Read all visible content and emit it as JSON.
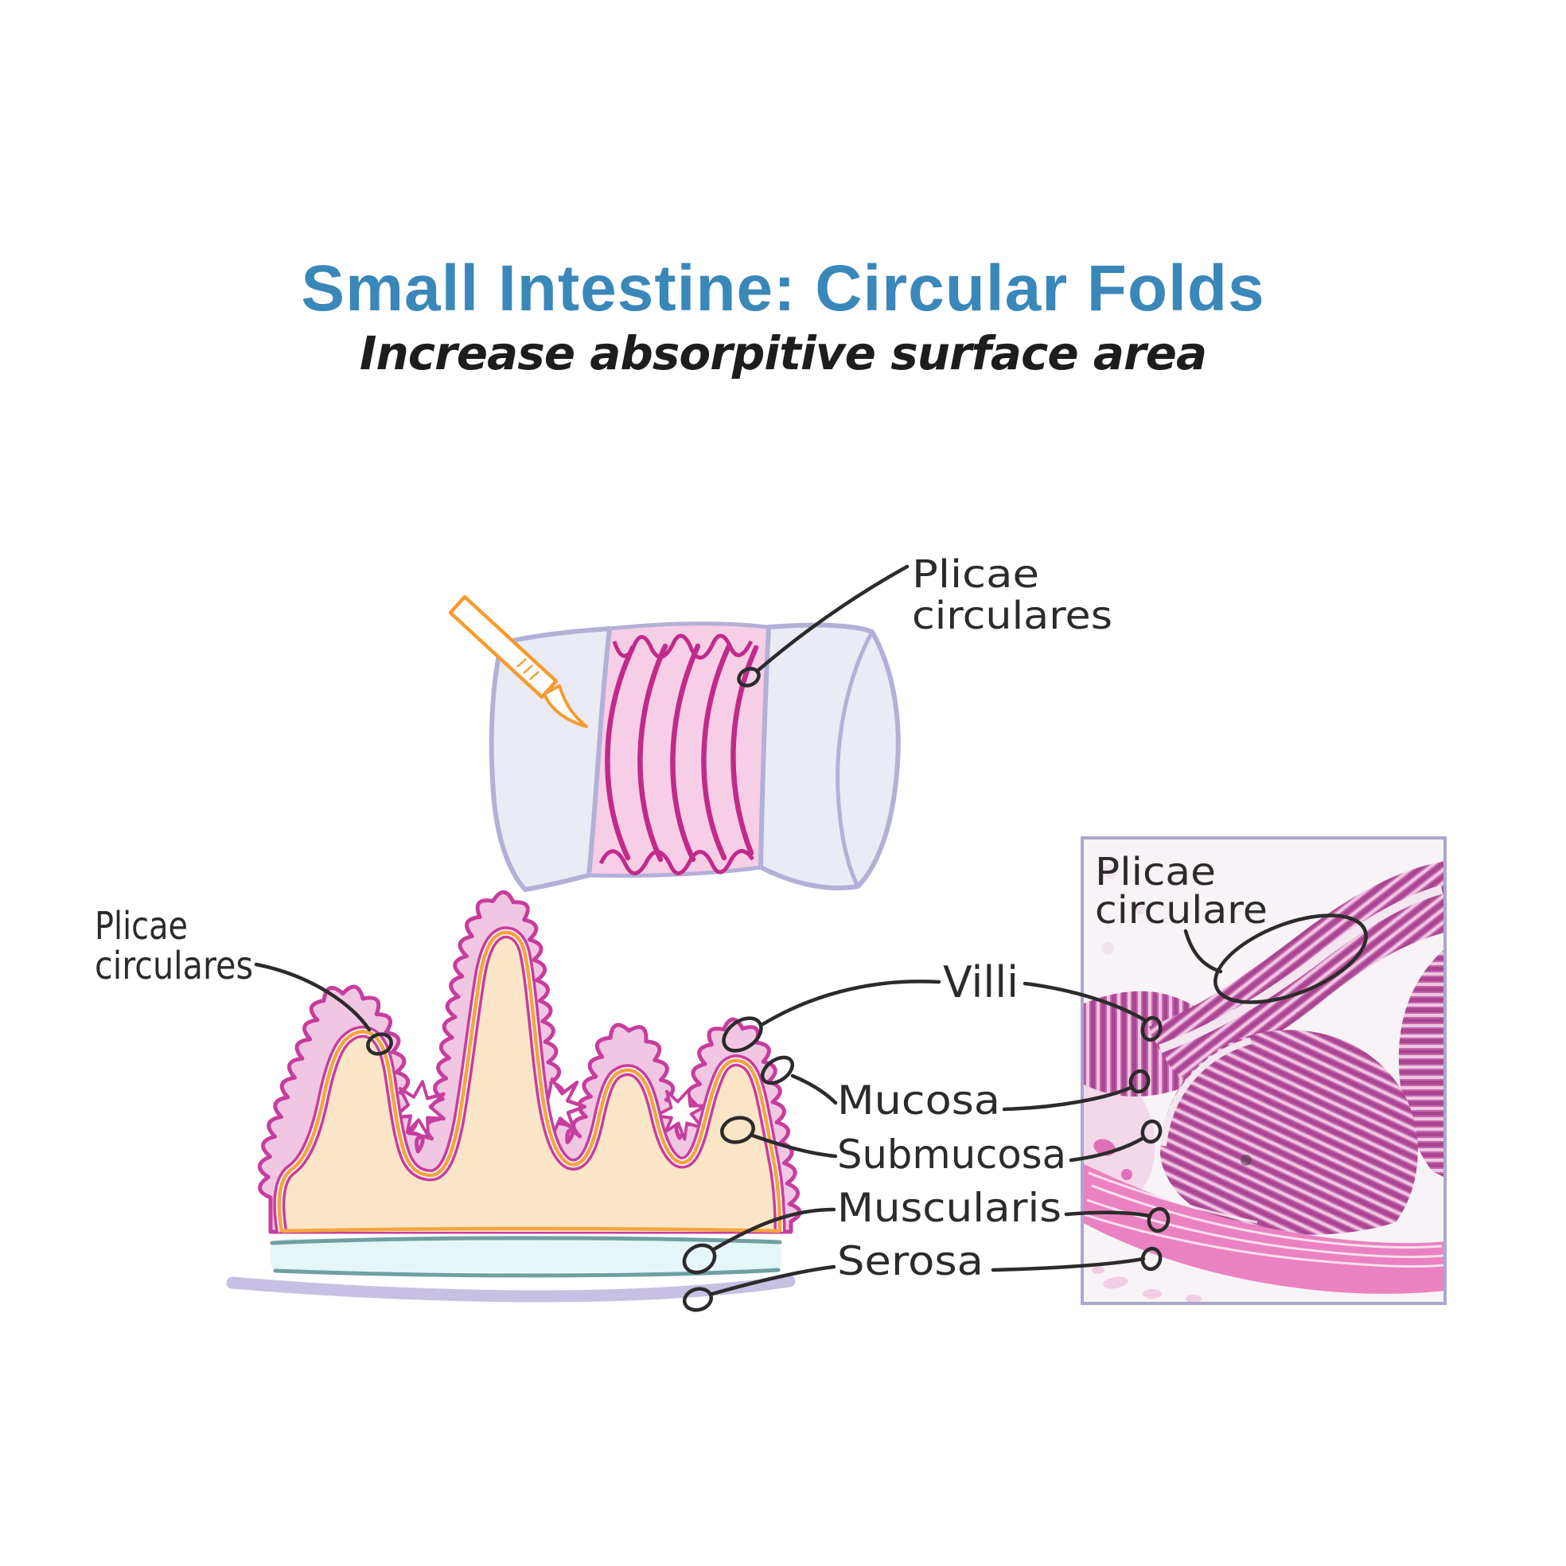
{
  "title": "Small Intestine: Circular Folds",
  "subtitle": "Increase absorpitive surface area",
  "tube_figure": {
    "label_line1": "Plicae",
    "label_line2": "circulares"
  },
  "cross_section": {
    "label_line1": "Plicae",
    "label_line2": "circulares",
    "layers": [
      "Villi",
      "Mucosa",
      "Submucosa",
      "Muscularis",
      "Serosa"
    ]
  },
  "histology": {
    "label_line1": "Plicae",
    "label_line2": "circulare"
  },
  "colors": {
    "title_blue": "#3a87ba",
    "label_ink": "#2b2b2b",
    "magenta": "#c73d9d",
    "fold_pink": "#f0c6e3",
    "tube_pink": "#f6cee6",
    "cream": "#fbe5c7",
    "orange": "#f5a53f",
    "lavender_line": "#b3b0d8",
    "lavender_fill": "#ebebf6",
    "cyan_fill": "#e5f6f8",
    "teal_line": "#6f9fa2",
    "serosa_lavender": "#c7c0e3",
    "histology_pink": "#c765ae",
    "histology_dark": "#a8478f",
    "histology_light": "#edc6e1",
    "histology_muscle": "#ea82c1"
  }
}
